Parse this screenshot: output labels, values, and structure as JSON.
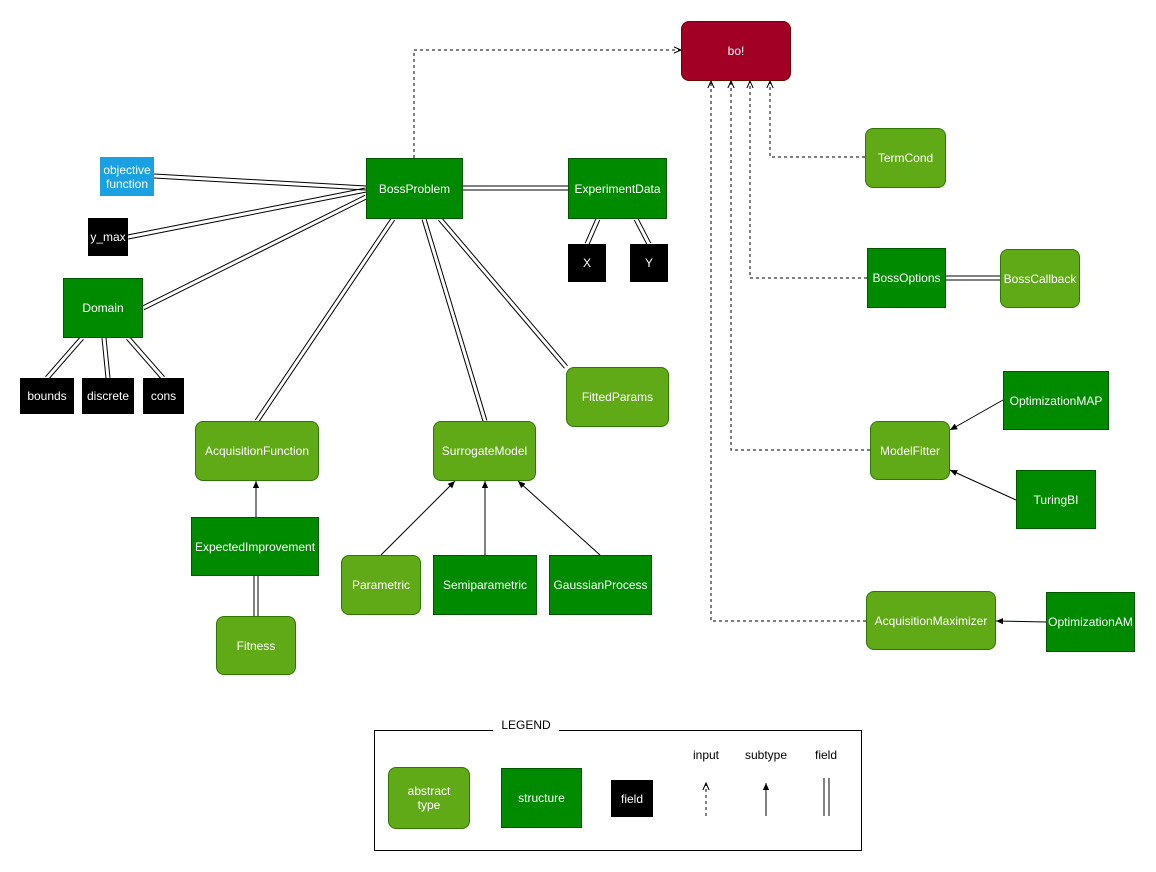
{
  "nodes": [
    {
      "id": "bo",
      "label": "bo!",
      "kind": "bo"
    },
    {
      "id": "objective",
      "label": "objective\nfunction",
      "kind": "blue"
    },
    {
      "id": "bossproblem",
      "label": "BossProblem",
      "kind": "structure"
    },
    {
      "id": "experimentdata",
      "label": "ExperimentData",
      "kind": "structure"
    },
    {
      "id": "termcond",
      "label": "TermCond",
      "kind": "abstract"
    },
    {
      "id": "ymax",
      "label": "y_max",
      "kind": "field"
    },
    {
      "id": "x",
      "label": "X",
      "kind": "field"
    },
    {
      "id": "y",
      "label": "Y",
      "kind": "field"
    },
    {
      "id": "domain",
      "label": "Domain",
      "kind": "structure"
    },
    {
      "id": "bossoptions",
      "label": "BossOptions",
      "kind": "structure"
    },
    {
      "id": "bosscallback",
      "label": "BossCallback",
      "kind": "abstract"
    },
    {
      "id": "bounds",
      "label": "bounds",
      "kind": "field"
    },
    {
      "id": "discrete",
      "label": "discrete",
      "kind": "field"
    },
    {
      "id": "cons",
      "label": "cons",
      "kind": "field"
    },
    {
      "id": "fittedparams",
      "label": "FittedParams",
      "kind": "abstract"
    },
    {
      "id": "optimizationmap",
      "label": "OptimizationMAP",
      "kind": "structure"
    },
    {
      "id": "acquisitionfunction",
      "label": "AcquisitionFunction",
      "kind": "abstract"
    },
    {
      "id": "surrogatemodel",
      "label": "SurrogateModel",
      "kind": "abstract"
    },
    {
      "id": "modelfitter",
      "label": "ModelFitter",
      "kind": "abstract"
    },
    {
      "id": "turingbi",
      "label": "TuringBI",
      "kind": "structure"
    },
    {
      "id": "expectedimprovement",
      "label": "ExpectedImprovement",
      "kind": "structure"
    },
    {
      "id": "parametric",
      "label": "Parametric",
      "kind": "abstract"
    },
    {
      "id": "semiparametric",
      "label": "Semiparametric",
      "kind": "structure"
    },
    {
      "id": "gaussianprocess",
      "label": "GaussianProcess",
      "kind": "structure"
    },
    {
      "id": "acquisitionmaximizer",
      "label": "AcquisitionMaximizer",
      "kind": "abstract"
    },
    {
      "id": "optimizationam",
      "label": "OptimizationAM",
      "kind": "structure"
    },
    {
      "id": "fitness",
      "label": "Fitness",
      "kind": "abstract"
    }
  ],
  "edges": [
    {
      "from": "bossproblem",
      "to": "bo",
      "type": "input"
    },
    {
      "from": "termcond",
      "to": "bo",
      "type": "input"
    },
    {
      "from": "bossoptions",
      "to": "bo",
      "type": "input"
    },
    {
      "from": "modelfitter",
      "to": "bo",
      "type": "input"
    },
    {
      "from": "acquisitionmaximizer",
      "to": "bo",
      "type": "input"
    },
    {
      "from": "bossproblem",
      "to": "objective",
      "type": "field"
    },
    {
      "from": "bossproblem",
      "to": "ymax",
      "type": "field"
    },
    {
      "from": "bossproblem",
      "to": "domain",
      "type": "field"
    },
    {
      "from": "bossproblem",
      "to": "experimentdata",
      "type": "field"
    },
    {
      "from": "bossproblem",
      "to": "acquisitionfunction",
      "type": "field"
    },
    {
      "from": "bossproblem",
      "to": "surrogatemodel",
      "type": "field"
    },
    {
      "from": "bossproblem",
      "to": "fittedparams",
      "type": "field"
    },
    {
      "from": "experimentdata",
      "to": "x",
      "type": "field"
    },
    {
      "from": "experimentdata",
      "to": "y",
      "type": "field"
    },
    {
      "from": "domain",
      "to": "bounds",
      "type": "field"
    },
    {
      "from": "domain",
      "to": "discrete",
      "type": "field"
    },
    {
      "from": "domain",
      "to": "cons",
      "type": "field"
    },
    {
      "from": "bossoptions",
      "to": "bosscallback",
      "type": "field"
    },
    {
      "from": "expectedimprovement",
      "to": "fitness",
      "type": "field"
    },
    {
      "from": "expectedimprovement",
      "to": "acquisitionfunction",
      "type": "subtype"
    },
    {
      "from": "parametric",
      "to": "surrogatemodel",
      "type": "subtype"
    },
    {
      "from": "semiparametric",
      "to": "surrogatemodel",
      "type": "subtype"
    },
    {
      "from": "gaussianprocess",
      "to": "surrogatemodel",
      "type": "subtype"
    },
    {
      "from": "optimizationmap",
      "to": "modelfitter",
      "type": "subtype"
    },
    {
      "from": "turingbi",
      "to": "modelfitter",
      "type": "subtype"
    },
    {
      "from": "optimizationam",
      "to": "acquisitionmaximizer",
      "type": "subtype"
    }
  ],
  "legend": {
    "title": "LEGEND",
    "abstract_label": "abstract\ntype",
    "structure_label": "structure",
    "field_label": "field",
    "input_label": "input",
    "subtype_label": "subtype",
    "field_line_label": "field"
  }
}
